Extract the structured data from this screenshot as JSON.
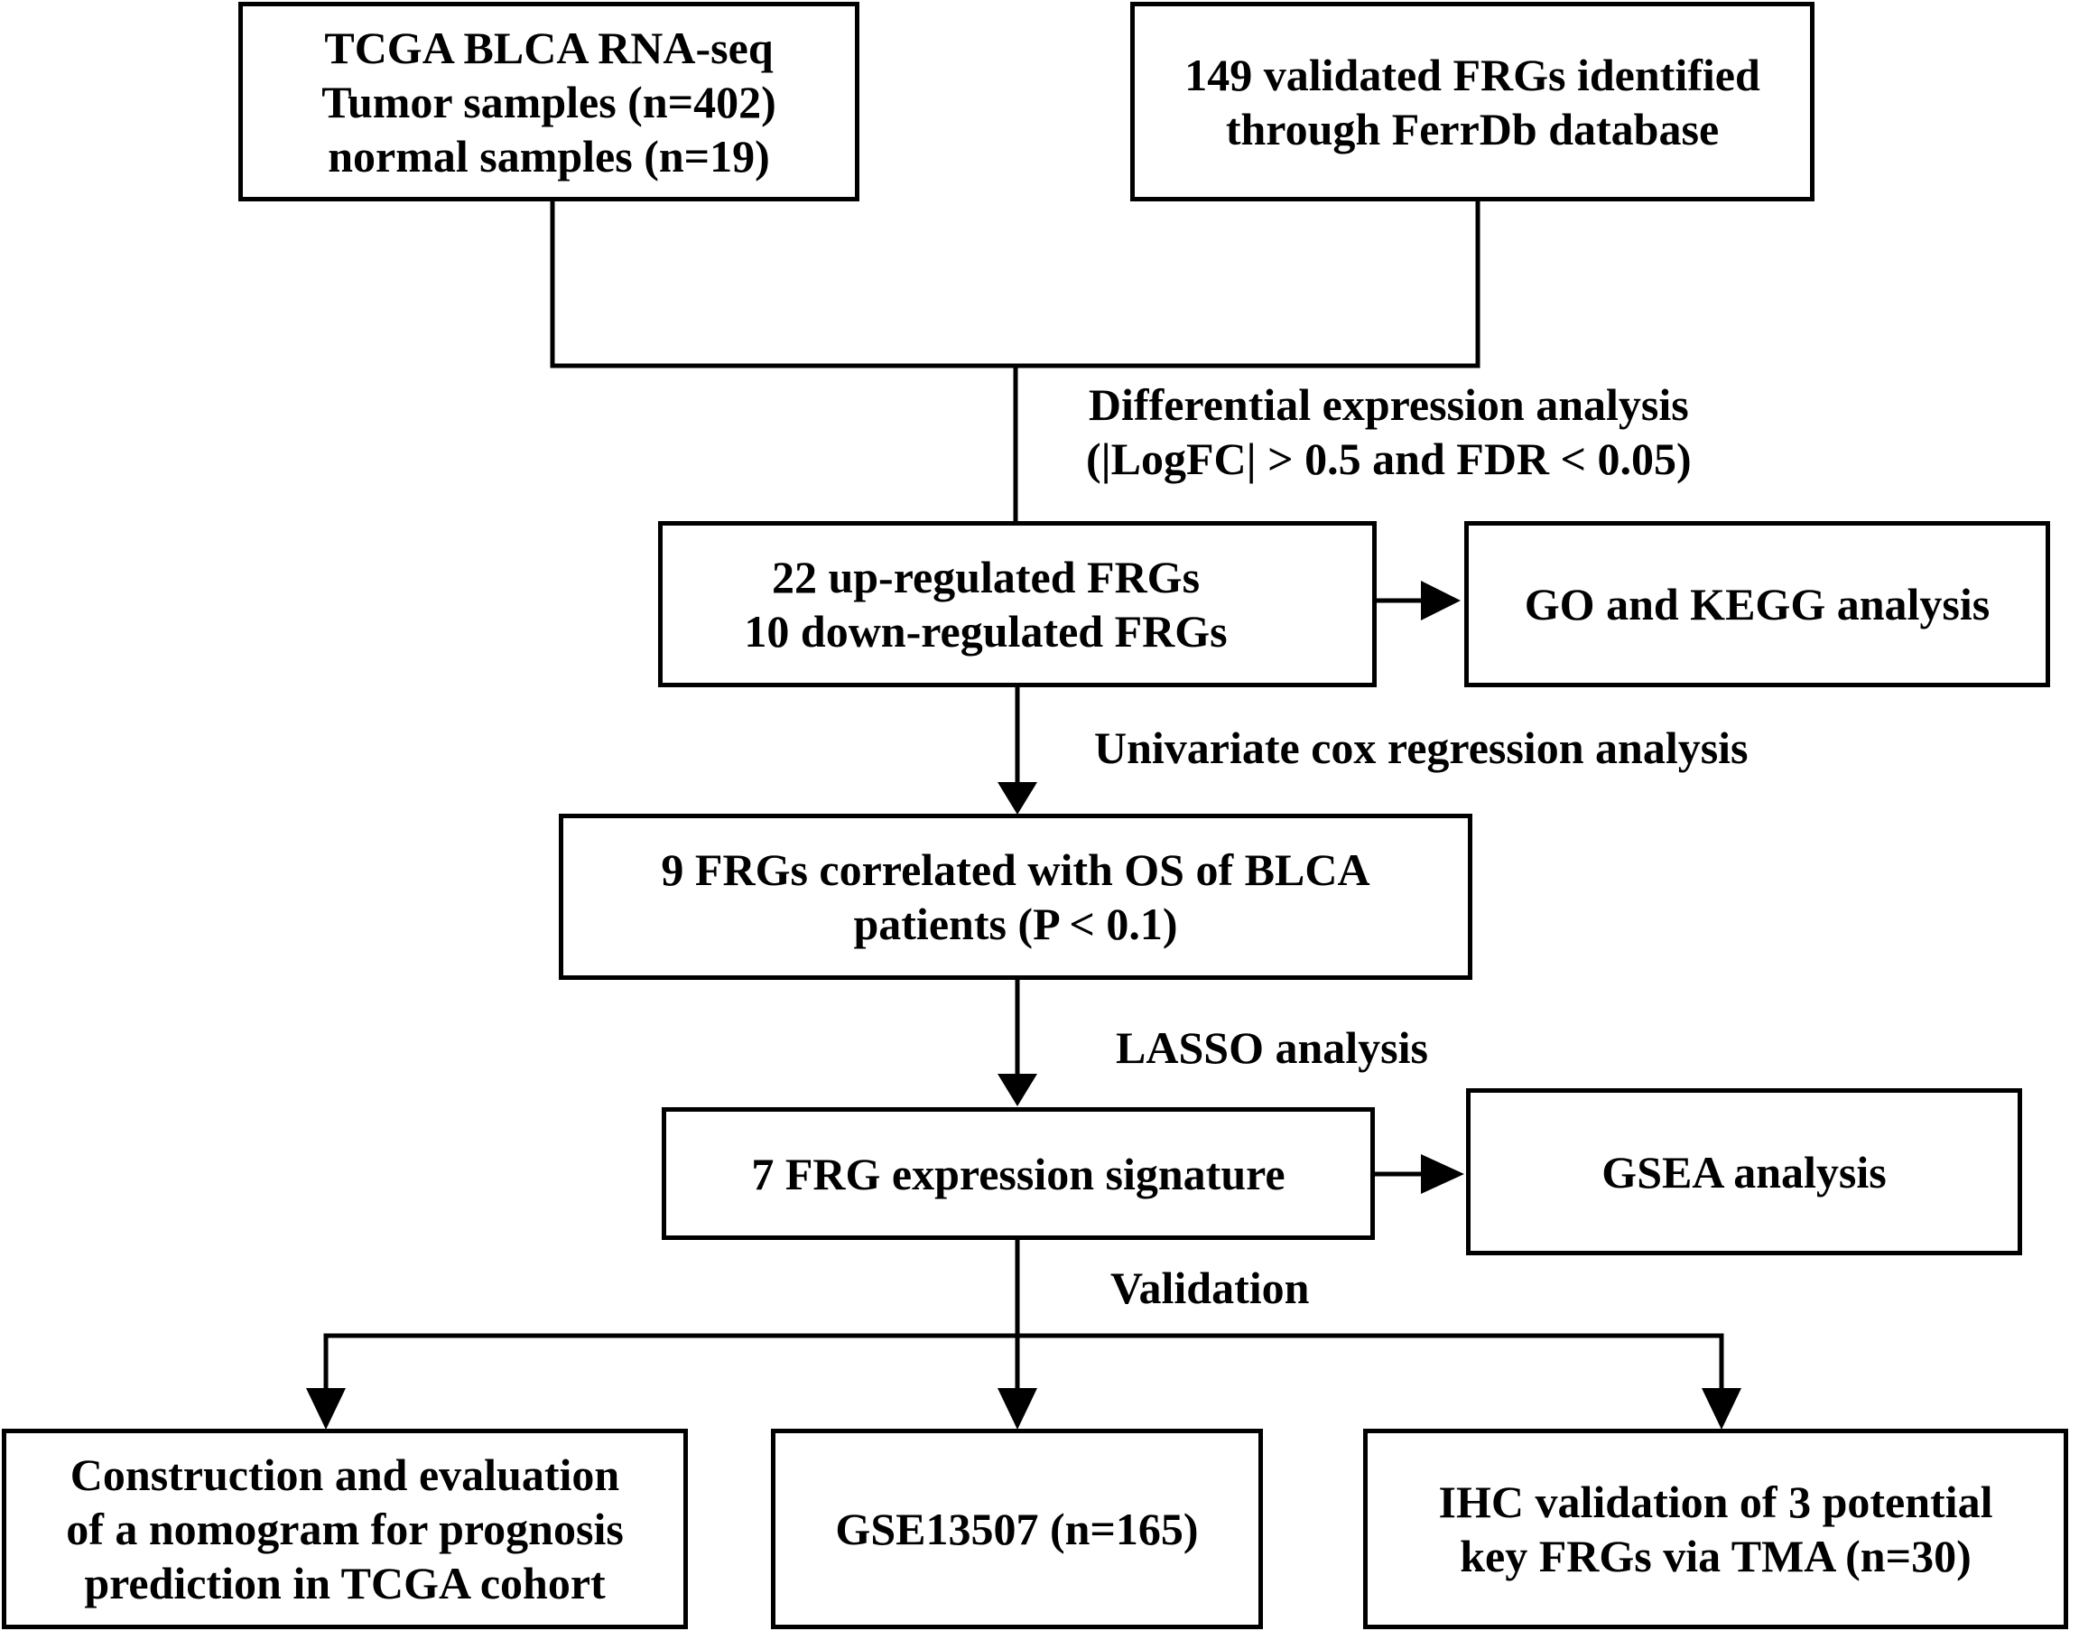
{
  "boxes": {
    "tcga": [
      "TCGA BLCA RNA-seq",
      "Tumor samples (n=402)",
      "normal samples (n=19)"
    ],
    "ferrdb": [
      "149 validated FRGs identified",
      "through  FerrDb database"
    ],
    "deg": [
      "22 up-regulated FRGs",
      "10 down-regulated FRGs"
    ],
    "go_kegg": [
      "GO and KEGG analysis"
    ],
    "os_frgs": [
      "9 FRGs correlated with OS of BLCA",
      "patients (P < 0.1)"
    ],
    "signature": [
      "7 FRG expression signature"
    ],
    "gsea": [
      "GSEA analysis"
    ],
    "nomogram": [
      "Construction and evaluation",
      "of a nomogram for prognosis",
      "prediction in TCGA cohort"
    ],
    "gse": [
      "GSE13507 (n=165)"
    ],
    "ihc": [
      "IHC validation of 3 potential",
      "key FRGs via TMA (n=30)"
    ]
  },
  "labels": {
    "differential": [
      "Differential expression analysis",
      "(|LogFC| > 0.5 and FDR < 0.05)"
    ],
    "univariate": [
      "Univariate cox regression analysis"
    ],
    "lasso": [
      "LASSO analysis"
    ],
    "validation": [
      "Validation"
    ]
  }
}
